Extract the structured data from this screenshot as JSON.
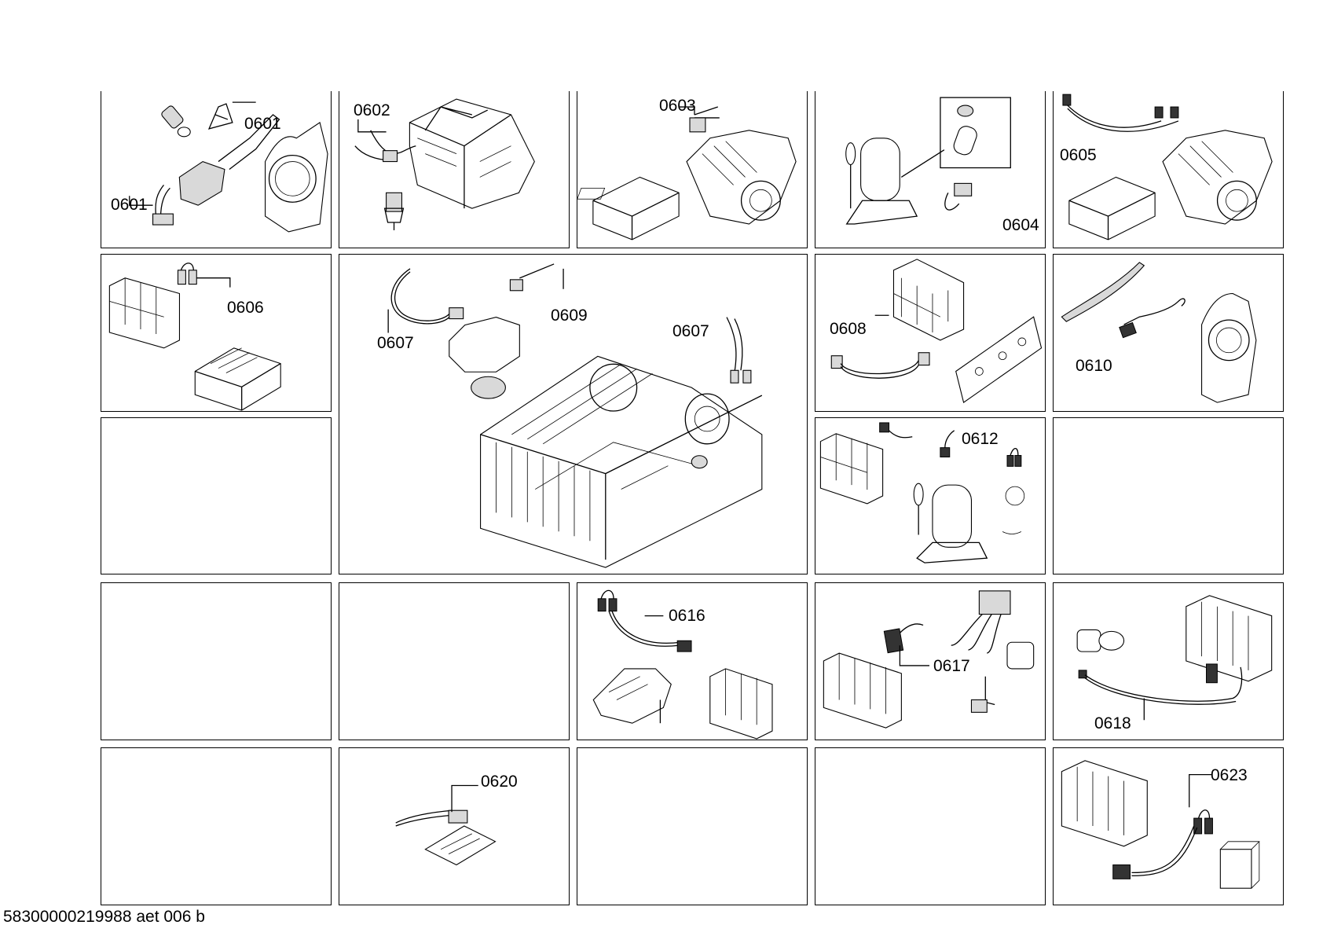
{
  "callouts": {
    "c0601a": "0601",
    "c0601b": "0601",
    "c0602": "0602",
    "c0603": "0603",
    "c0604": "0604",
    "c0605": "0605",
    "c0606": "0606",
    "c0607a": "0607",
    "c0607b": "0607",
    "c0608": "0608",
    "c0609": "0609",
    "c0610": "0610",
    "c0612": "0612",
    "c0616": "0616",
    "c0617": "0617",
    "c0618": "0618",
    "c0620": "0620",
    "c0623": "0623"
  },
  "footer": {
    "doc_id": "58300000219988 aet 006 b"
  }
}
